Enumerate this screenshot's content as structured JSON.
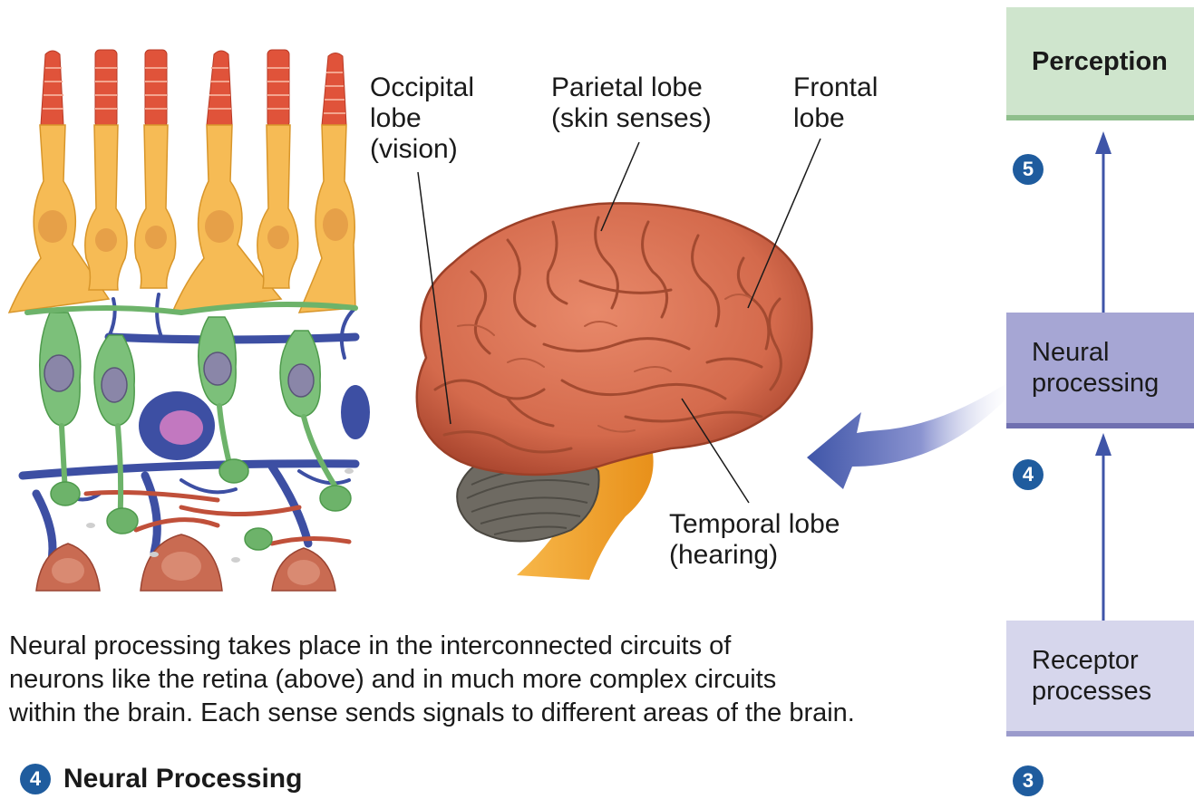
{
  "labels": {
    "occipital": [
      "Occipital",
      "lobe",
      "(vision)"
    ],
    "parietal": [
      "Parietal lobe",
      "(skin senses)"
    ],
    "frontal": [
      "Frontal",
      "lobe"
    ],
    "temporal": [
      "Temporal lobe",
      "(hearing)"
    ]
  },
  "caption": [
    "Neural processing takes place in the interconnected circuits of",
    "neurons like the retina (above) and in much more complex circuits",
    "within the brain. Each sense sends signals to different areas of the brain."
  ],
  "section": {
    "number": "4",
    "title": "Neural Processing"
  },
  "flow": {
    "perception": {
      "label": "Perception",
      "number": "5",
      "color": "#cfe5cd",
      "edge": "#8fbf8c"
    },
    "neural": {
      "label": [
        "Neural",
        "processing"
      ],
      "number": "4",
      "color": "#a6a6d4",
      "edge": "#6f6fb0"
    },
    "receptor": {
      "label": [
        "Receptor",
        "processes"
      ],
      "number": "3",
      "color": "#d6d6ec",
      "edge": "#9b9bcc"
    }
  },
  "colors": {
    "brain": "#d46a4c",
    "cerebellum": "#6e6a62",
    "brainstem": "#f5a623",
    "arrow": "#3f55a8",
    "badge": "#1f5c9e"
  }
}
